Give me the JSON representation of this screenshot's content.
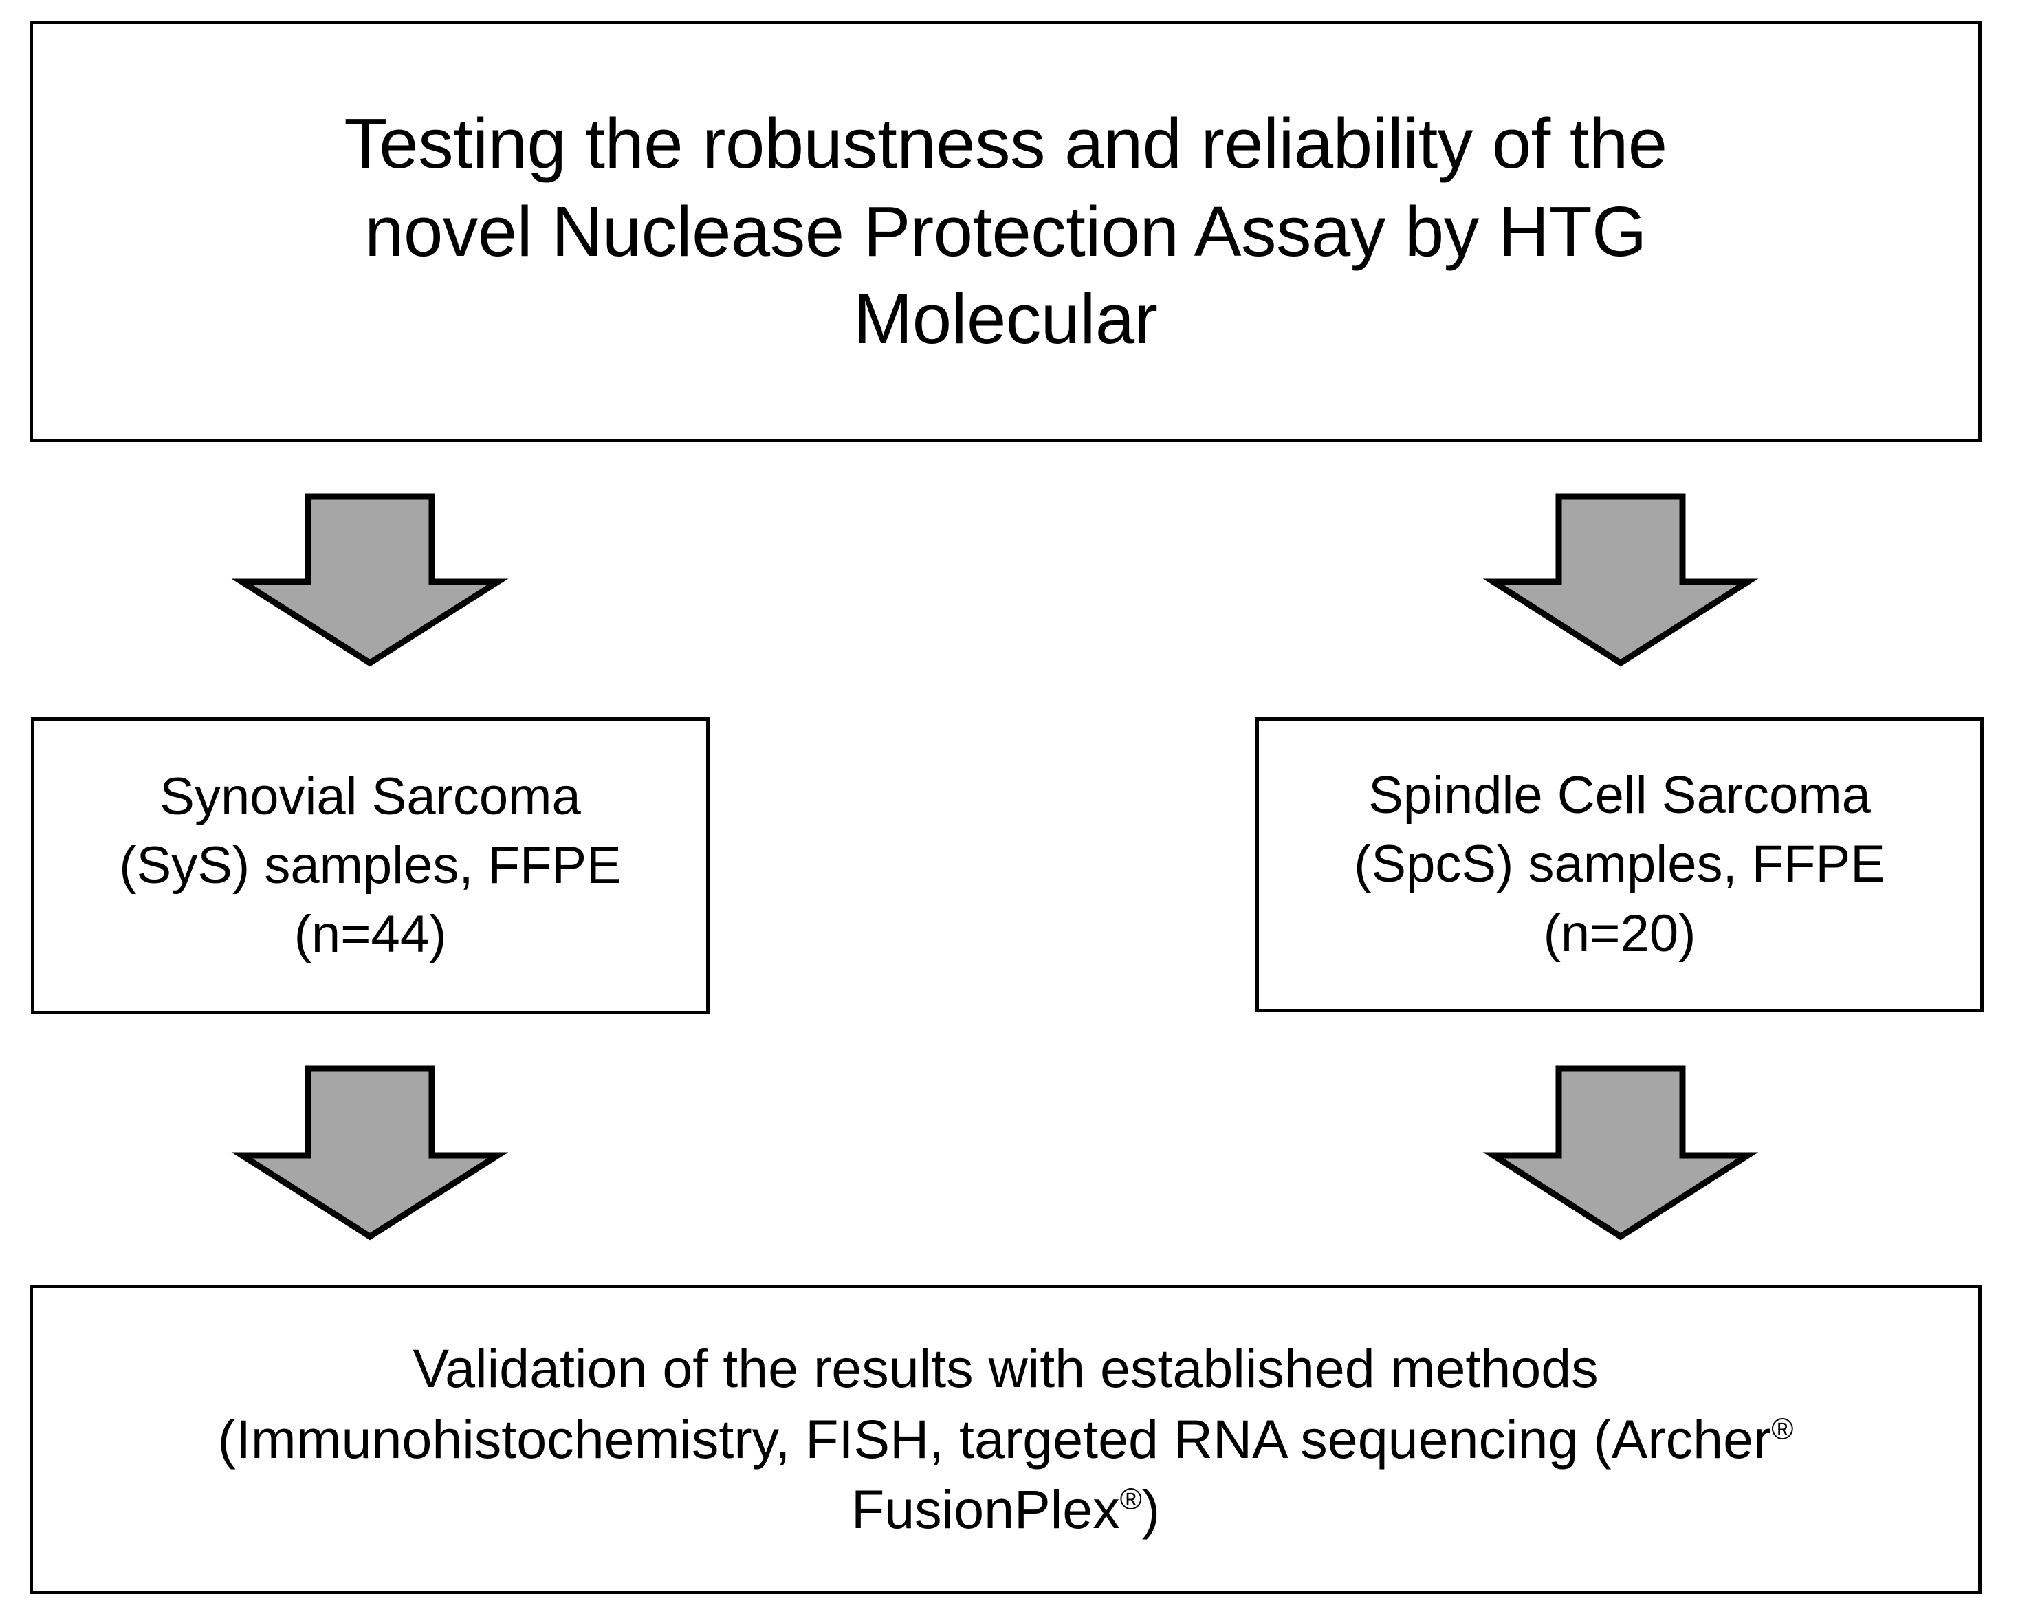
{
  "figure": {
    "type": "flowchart",
    "orientation": "top-down",
    "background_color": "#ffffff",
    "box_border_color": "#000000",
    "box_fill_color": "#ffffff",
    "arrow_fill_color": "#a6a6a6",
    "arrow_outline_color": "#000000",
    "text_color": "#000000"
  },
  "nodes": {
    "title_box": {
      "id": "title-box",
      "lines": [
        "Testing the robustness and reliability of the",
        "novel Nuclease Protection Assay by HTG",
        "Molecular"
      ],
      "full_text": "Testing the robustness and reliability of the novel Nuclease Protection Assay by HTG Molecular"
    },
    "sys_box": {
      "id": "synovial-sarcoma-box",
      "lines": [
        "Synovial Sarcoma",
        "(SyS) samples, FFPE",
        "(n=44)"
      ],
      "full_text": "Synovial Sarcoma (SyS) samples, FFPE (n=44)",
      "sample_type": "Synovial Sarcoma",
      "abbreviation": "SyS",
      "preservation": "FFPE",
      "n": 44
    },
    "spcs_box": {
      "id": "spindle-cell-sarcoma-box",
      "lines": [
        "Spindle Cell Sarcoma",
        "(SpcS) samples, FFPE",
        "(n=20)"
      ],
      "full_text": "Spindle Cell Sarcoma (SpcS) samples, FFPE (n=20)",
      "sample_type": "Spindle Cell Sarcoma",
      "abbreviation": "SpcS",
      "preservation": "FFPE",
      "n": 20
    },
    "validation_box": {
      "id": "validation-box",
      "line1": "Validation of the results with established methods",
      "line2_before_reg": "(Immunohistochemistry, FISH, targeted RNA sequencing (Archer",
      "line2_reg": "®",
      "line3_before_reg": "FusionPlex",
      "line3_reg": "®",
      "line3_after_reg": ")",
      "full_text": "Validation of the results with established methods (Immunohistochemistry, FISH, targeted RNA sequencing (Archer® FusionPlex®)",
      "methods": [
        "Immunohistochemistry",
        "FISH",
        "targeted RNA sequencing (Archer® FusionPlex®)"
      ]
    }
  },
  "edges": [
    {
      "id": "arrow-title-to-sys",
      "icon": "down-arrow-icon",
      "from": "title-box",
      "to": "synovial-sarcoma-box"
    },
    {
      "id": "arrow-title-to-spcs",
      "icon": "down-arrow-icon",
      "from": "title-box",
      "to": "spindle-cell-sarcoma-box"
    },
    {
      "id": "arrow-sys-to-validation",
      "icon": "down-arrow-icon",
      "from": "synovial-sarcoma-box",
      "to": "validation-box"
    },
    {
      "id": "arrow-spcs-to-validation",
      "icon": "down-arrow-icon",
      "from": "spindle-cell-sarcoma-box",
      "to": "validation-box"
    }
  ]
}
